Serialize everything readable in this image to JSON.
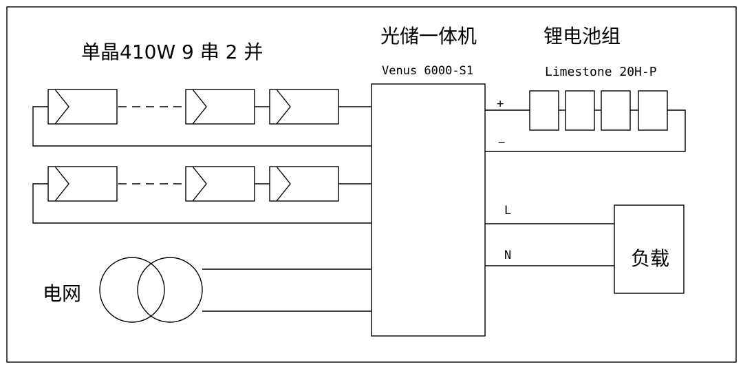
{
  "pv_array": {
    "title": "单晶410W 9 串 2 并"
  },
  "inverter": {
    "title": "光储一体机",
    "model": "Venus 6000-S1"
  },
  "battery": {
    "title": "锂电池组",
    "model": "Limestone 20H-P",
    "plus": "+",
    "minus": "−",
    "module_count": 4
  },
  "ac": {
    "line_label": "L",
    "neutral_label": "N"
  },
  "load": {
    "label": "负载"
  },
  "grid": {
    "label": "电网"
  }
}
